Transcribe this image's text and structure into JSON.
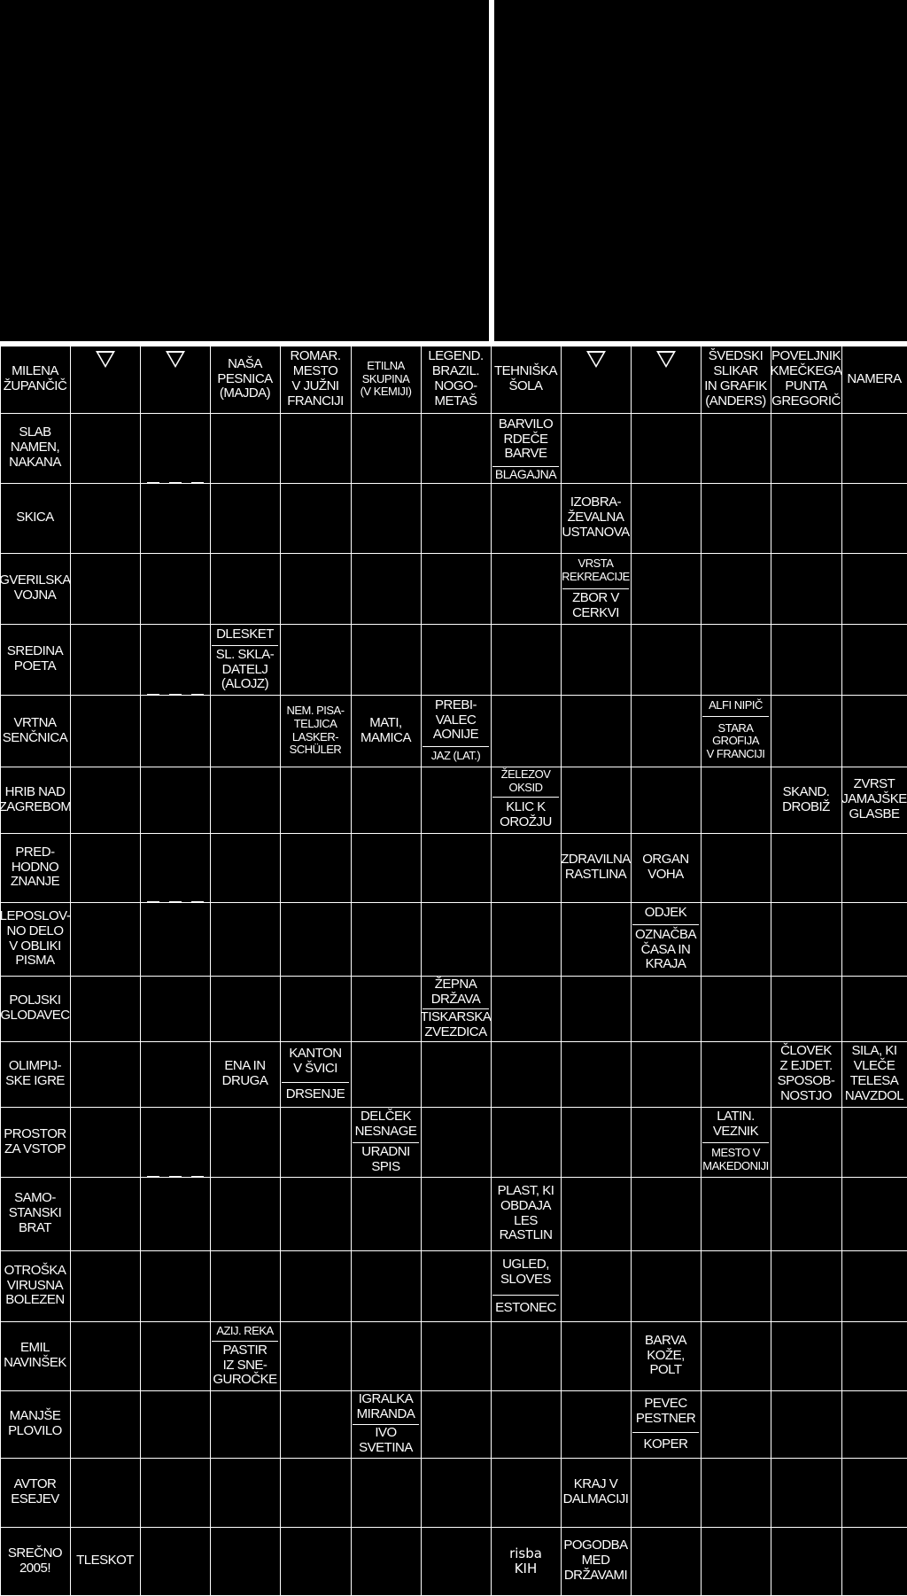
{
  "columns": 13,
  "rows": 18,
  "arrow_cols": [
    1,
    2,
    8,
    9
  ],
  "hand_clues": [
    "risba"
  ],
  "clues": [
    {
      "r": 0,
      "c": 0,
      "text": "MILENA\nŽUPANČIČ"
    },
    {
      "r": 0,
      "c": 3,
      "text": "NAŠA\nPESNICA\n(MAJDA)"
    },
    {
      "r": 0,
      "c": 4,
      "text": "ROMAR.\nMESTO\nV JUŽNI\nFRANCIJI"
    },
    {
      "r": 0,
      "c": 5,
      "text": "ETILNA\nSKUPINA\n(V KEMIJI)"
    },
    {
      "r": 0,
      "c": 6,
      "text": "LEGEND.\nBRAZIL.\nNOGO-\nMETAŠ"
    },
    {
      "r": 0,
      "c": 7,
      "text": "TEHNIŠKA\nŠOLA"
    },
    {
      "r": 0,
      "c": 10,
      "text": "ŠVEDSKI\nSLIKAR\nIN GRAFIK\n(ANDERS)"
    },
    {
      "r": 0,
      "c": 11,
      "text": "POVELJNIK\nKMEČKEGA\nPUNTA\nGREGORIČ"
    },
    {
      "r": 0,
      "c": 12,
      "text": "NAMERA"
    },
    {
      "r": 1,
      "c": 0,
      "text": "SLAB\nNAMEN,\nNAKANA"
    },
    {
      "r": 1,
      "c": 7,
      "top": "BARVILO\nRDEČE\nBARVE",
      "bottom": "BLAGAJNA",
      "split": 0.76
    },
    {
      "r": 2,
      "c": 0,
      "text": "SKICA"
    },
    {
      "r": 2,
      "c": 8,
      "text": "IZOBRA-\nŽEVALNA\nUSTANOVA"
    },
    {
      "r": 3,
      "c": 0,
      "text": "GVERILSKA\nVOJNA"
    },
    {
      "r": 3,
      "c": 8,
      "top": "VRSTA\nREKREACIJE",
      "bottom": "ZBOR V\nCERKVI",
      "split": 0.5
    },
    {
      "r": 4,
      "c": 0,
      "text": "SREDINA\nPOETA"
    },
    {
      "r": 4,
      "c": 3,
      "top": "DLESKET",
      "bottom": "SL. SKLA-\nDATELJ\n(ALOJZ)",
      "split": 0.3
    },
    {
      "r": 5,
      "c": 0,
      "text": "VRTNA\nSENČNICA"
    },
    {
      "r": 5,
      "c": 4,
      "text": "NEM. PISA-\nTELJICA\nLASKER-\nSCHÜLER"
    },
    {
      "r": 5,
      "c": 5,
      "text": "MATI,\nMAMICA"
    },
    {
      "r": 5,
      "c": 6,
      "top": "PREBI-\nVALEC\nAONIJE",
      "bottom": "JAZ (LAT.)",
      "split": 0.72
    },
    {
      "r": 5,
      "c": 10,
      "top": "ALFI NIPIČ",
      "bottom": "STARA\nGROFIJA\nV FRANCIJI",
      "split": 0.3
    },
    {
      "r": 6,
      "c": 0,
      "text": "HRIB NAD\nZAGREBOM"
    },
    {
      "r": 6,
      "c": 7,
      "top": "ŽELEZOV\nOKSID",
      "bottom": "KLIC K\nOROŽJU",
      "split": 0.45
    },
    {
      "r": 6,
      "c": 11,
      "text": "SKAND.\nDROBIŽ"
    },
    {
      "r": 6,
      "c": 12,
      "text": "ZVRST\nJAMAJŠKE\nGLASBE"
    },
    {
      "r": 7,
      "c": 0,
      "text": "PRED-\nHODNO\nZNANJE"
    },
    {
      "r": 7,
      "c": 8,
      "text": "ZDRAVILNA\nRASTLINA"
    },
    {
      "r": 7,
      "c": 9,
      "text": "ORGAN\nVOHA"
    },
    {
      "r": 8,
      "c": 0,
      "text": "LEPOSLOV-\nNO DELO\nV OBLIKI\nPISMA"
    },
    {
      "r": 8,
      "c": 9,
      "top": "ODJEK",
      "bottom": "OZNAČBA\nČASA IN\nKRAJA",
      "split": 0.3
    },
    {
      "r": 9,
      "c": 0,
      "text": "POLJSKI\nGLODAVEC"
    },
    {
      "r": 9,
      "c": 6,
      "top": "ŽEPNA\nDRŽAVA",
      "bottom": "TISKARSKA\nZVEZDICA",
      "split": 0.5
    },
    {
      "r": 10,
      "c": 0,
      "text": "OLIMPIJ-\nSKE IGRE"
    },
    {
      "r": 10,
      "c": 3,
      "text": "ENA IN\nDRUGA"
    },
    {
      "r": 10,
      "c": 4,
      "top": "KANTON\nV ŠVICI",
      "bottom": "DRSENJE",
      "split": 0.62
    },
    {
      "r": 10,
      "c": 11,
      "text": "ČLOVEK\nZ EJDET.\nSPOSOB-\nNOSTJO"
    },
    {
      "r": 10,
      "c": 12,
      "text": "SILA, KI\nVLEČE\nTELESA\nNAVZDOL"
    },
    {
      "r": 11,
      "c": 0,
      "text": "PROSTOR\nZA VSTOP"
    },
    {
      "r": 11,
      "c": 5,
      "top": "DELČEK\nNESNAGE",
      "bottom": "URADNI\nSPIS",
      "split": 0.5
    },
    {
      "r": 11,
      "c": 10,
      "top": "LATIN.\nVEZNIK",
      "bottom": "MESTO V\nMAKEDONIJI",
      "split": 0.5
    },
    {
      "r": 12,
      "c": 0,
      "text": "SAMO-\nSTANSKI\nBRAT"
    },
    {
      "r": 12,
      "c": 7,
      "text": "PLAST, KI\nOBDAJA\nLES\nRASTLIN"
    },
    {
      "r": 13,
      "c": 0,
      "text": "OTROŠKA\nVIRUSNA\nBOLEZEN"
    },
    {
      "r": 13,
      "c": 7,
      "top": "UGLED,\nSLOVES",
      "bottom": "ESTONEC",
      "split": 0.62
    },
    {
      "r": 14,
      "c": 0,
      "text": "EMIL\nNAVINŠEK"
    },
    {
      "r": 14,
      "c": 3,
      "top": "AZIJ. REKA",
      "bottom": "PASTIR\nIZ SNE-\nGUROČKE",
      "split": 0.28
    },
    {
      "r": 14,
      "c": 9,
      "text": "BARVA\nKOŽE,\nPOLT"
    },
    {
      "r": 15,
      "c": 0,
      "text": "MANJŠE\nPLOVILO"
    },
    {
      "r": 15,
      "c": 5,
      "top": "IGRALKA\nMIRANDA",
      "bottom": "IVO\nSVETINA",
      "split": 0.5
    },
    {
      "r": 15,
      "c": 9,
      "top": "PEVEC\nPESTNER",
      "bottom": "KOPER",
      "split": 0.62
    },
    {
      "r": 16,
      "c": 0,
      "text": "AVTOR\nESEJEV"
    },
    {
      "r": 16,
      "c": 8,
      "text": "KRAJ V\nDALMACIJI"
    },
    {
      "r": 17,
      "c": 0,
      "text": "SREČNO\n2005!"
    },
    {
      "r": 17,
      "c": 1,
      "text": "TLESKOT"
    },
    {
      "r": 17,
      "c": 7,
      "text": "risba\nKIH"
    },
    {
      "r": 17,
      "c": 8,
      "text": "POGODBA\nMED\nDRŽAVAMI"
    }
  ]
}
